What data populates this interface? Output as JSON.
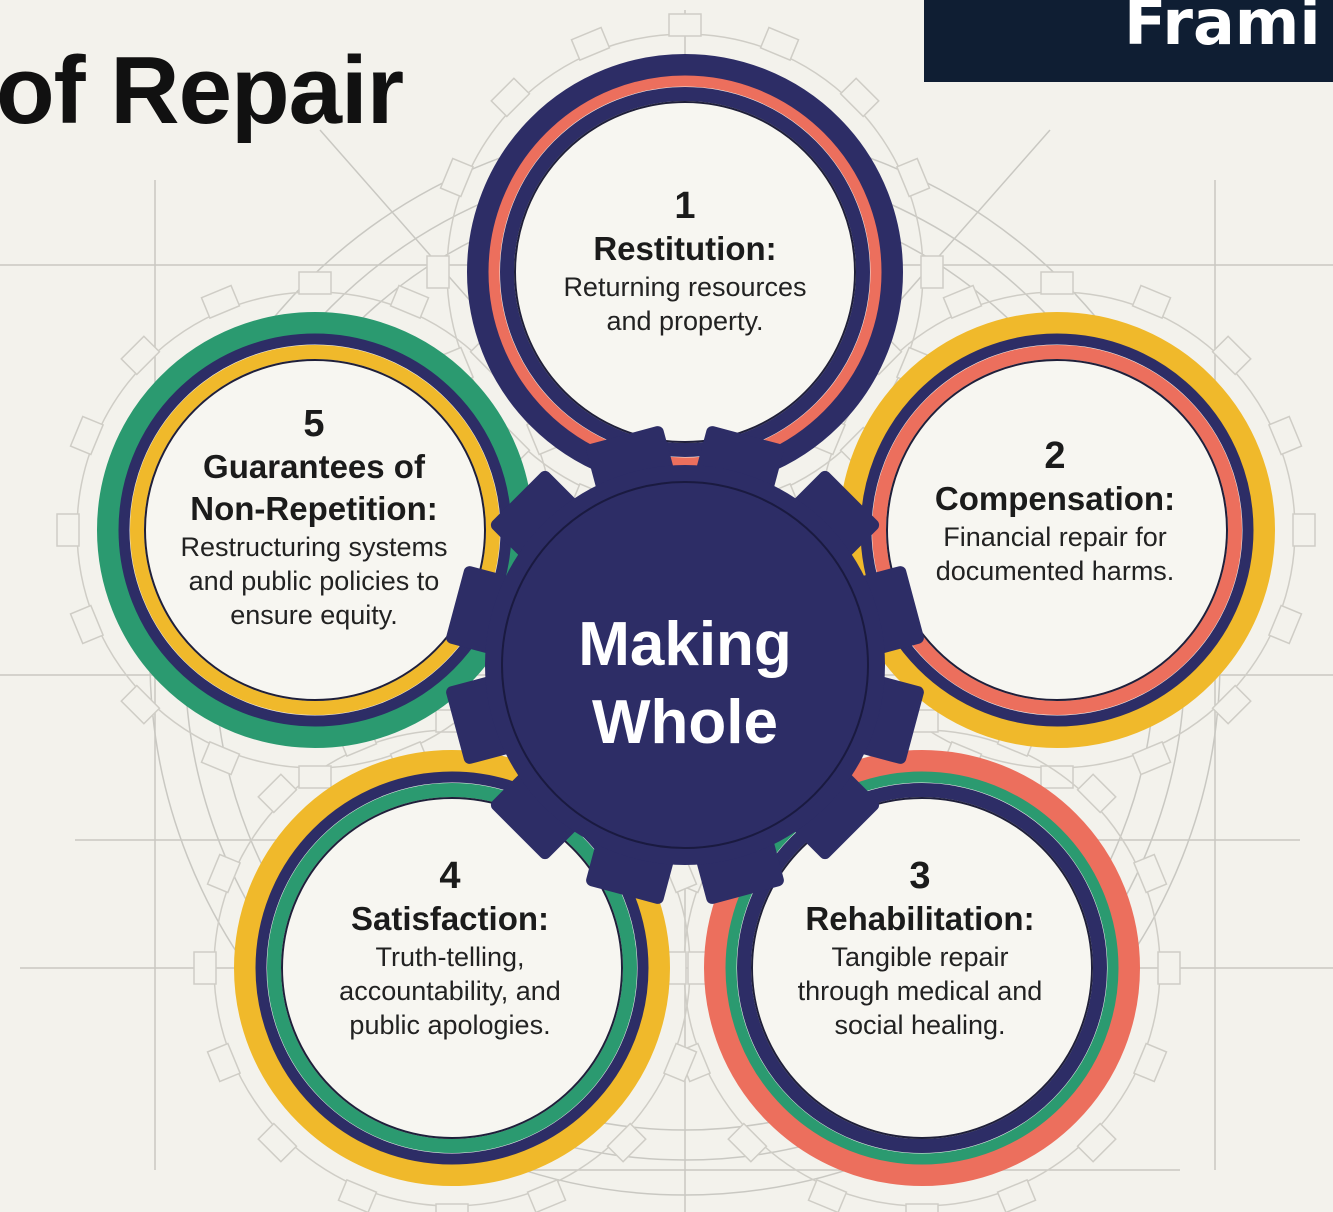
{
  "header": {
    "title": "of Repair",
    "banner": "Frami"
  },
  "hub": {
    "line1": "Making",
    "line2": "Whole"
  },
  "colors": {
    "navy": "#2d2d66",
    "coral": "#ec6f5d",
    "gold": "#f0b92b",
    "green": "#2b9a70",
    "background": "#f3f2ec",
    "banner": "#0f1e33"
  },
  "pillars": [
    {
      "number": "1",
      "title": "Restitution:",
      "desc1": "Returning resources",
      "desc2": "and property.",
      "desc3": ""
    },
    {
      "number": "2",
      "title": "Compensation:",
      "desc1": "Financial repair for",
      "desc2": "documented harms.",
      "desc3": ""
    },
    {
      "number": "3",
      "title": "Rehabilitation:",
      "desc1": "Tangible repair",
      "desc2": "through medical and",
      "desc3": "social healing."
    },
    {
      "number": "4",
      "title": "Satisfaction:",
      "desc1": "Truth-telling,",
      "desc2": "accountability, and",
      "desc3": "public apologies."
    },
    {
      "number": "5",
      "title1": "Guarantees of",
      "title2": "Non-Repetition:",
      "desc1": "Restructuring systems",
      "desc2": "and public policies to",
      "desc3": "ensure equity."
    }
  ]
}
